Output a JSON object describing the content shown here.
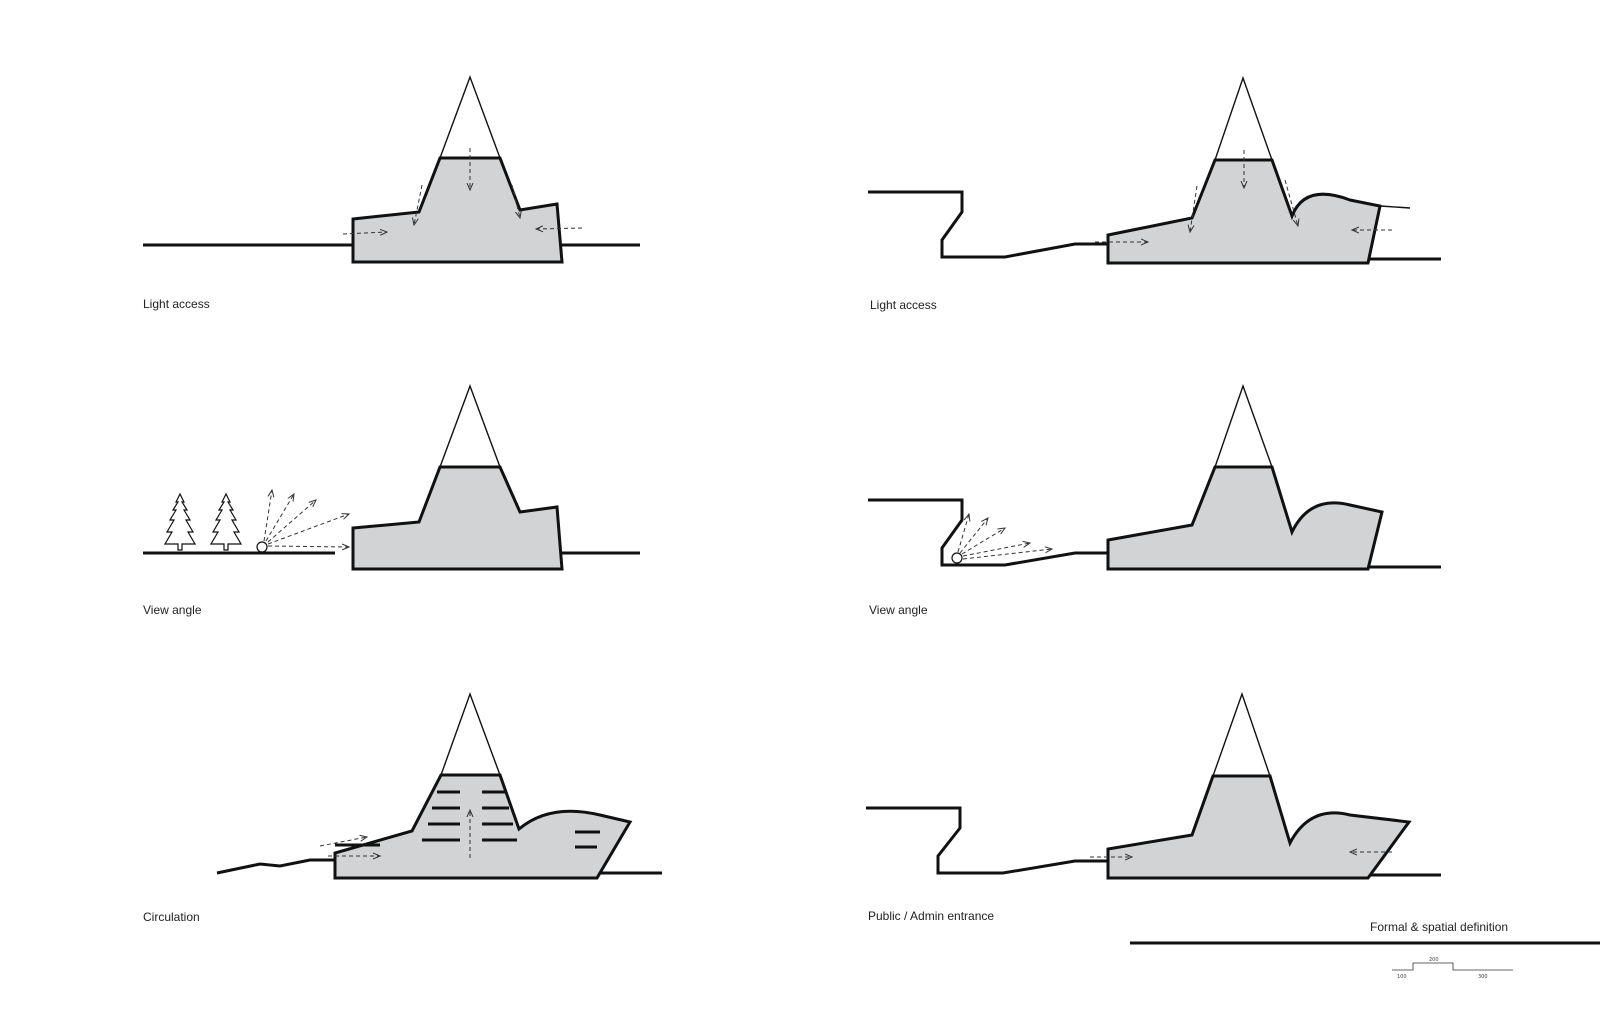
{
  "panels": [
    {
      "id": "left-1",
      "caption": "Light access"
    },
    {
      "id": "right-1",
      "caption": "Light access"
    },
    {
      "id": "left-2",
      "caption": "View angle"
    },
    {
      "id": "right-2",
      "caption": "View angle"
    },
    {
      "id": "left-3",
      "caption": "Circulation"
    },
    {
      "id": "right-3",
      "caption": "Public / Admin entrance"
    }
  ],
  "sheet_title": "Formal & spatial definition",
  "scale_bar": {
    "labels": [
      "100",
      "200",
      "300"
    ]
  },
  "colors": {
    "building_fill": "#d1d3d4",
    "line": "#111111",
    "arrow": "#333333"
  }
}
